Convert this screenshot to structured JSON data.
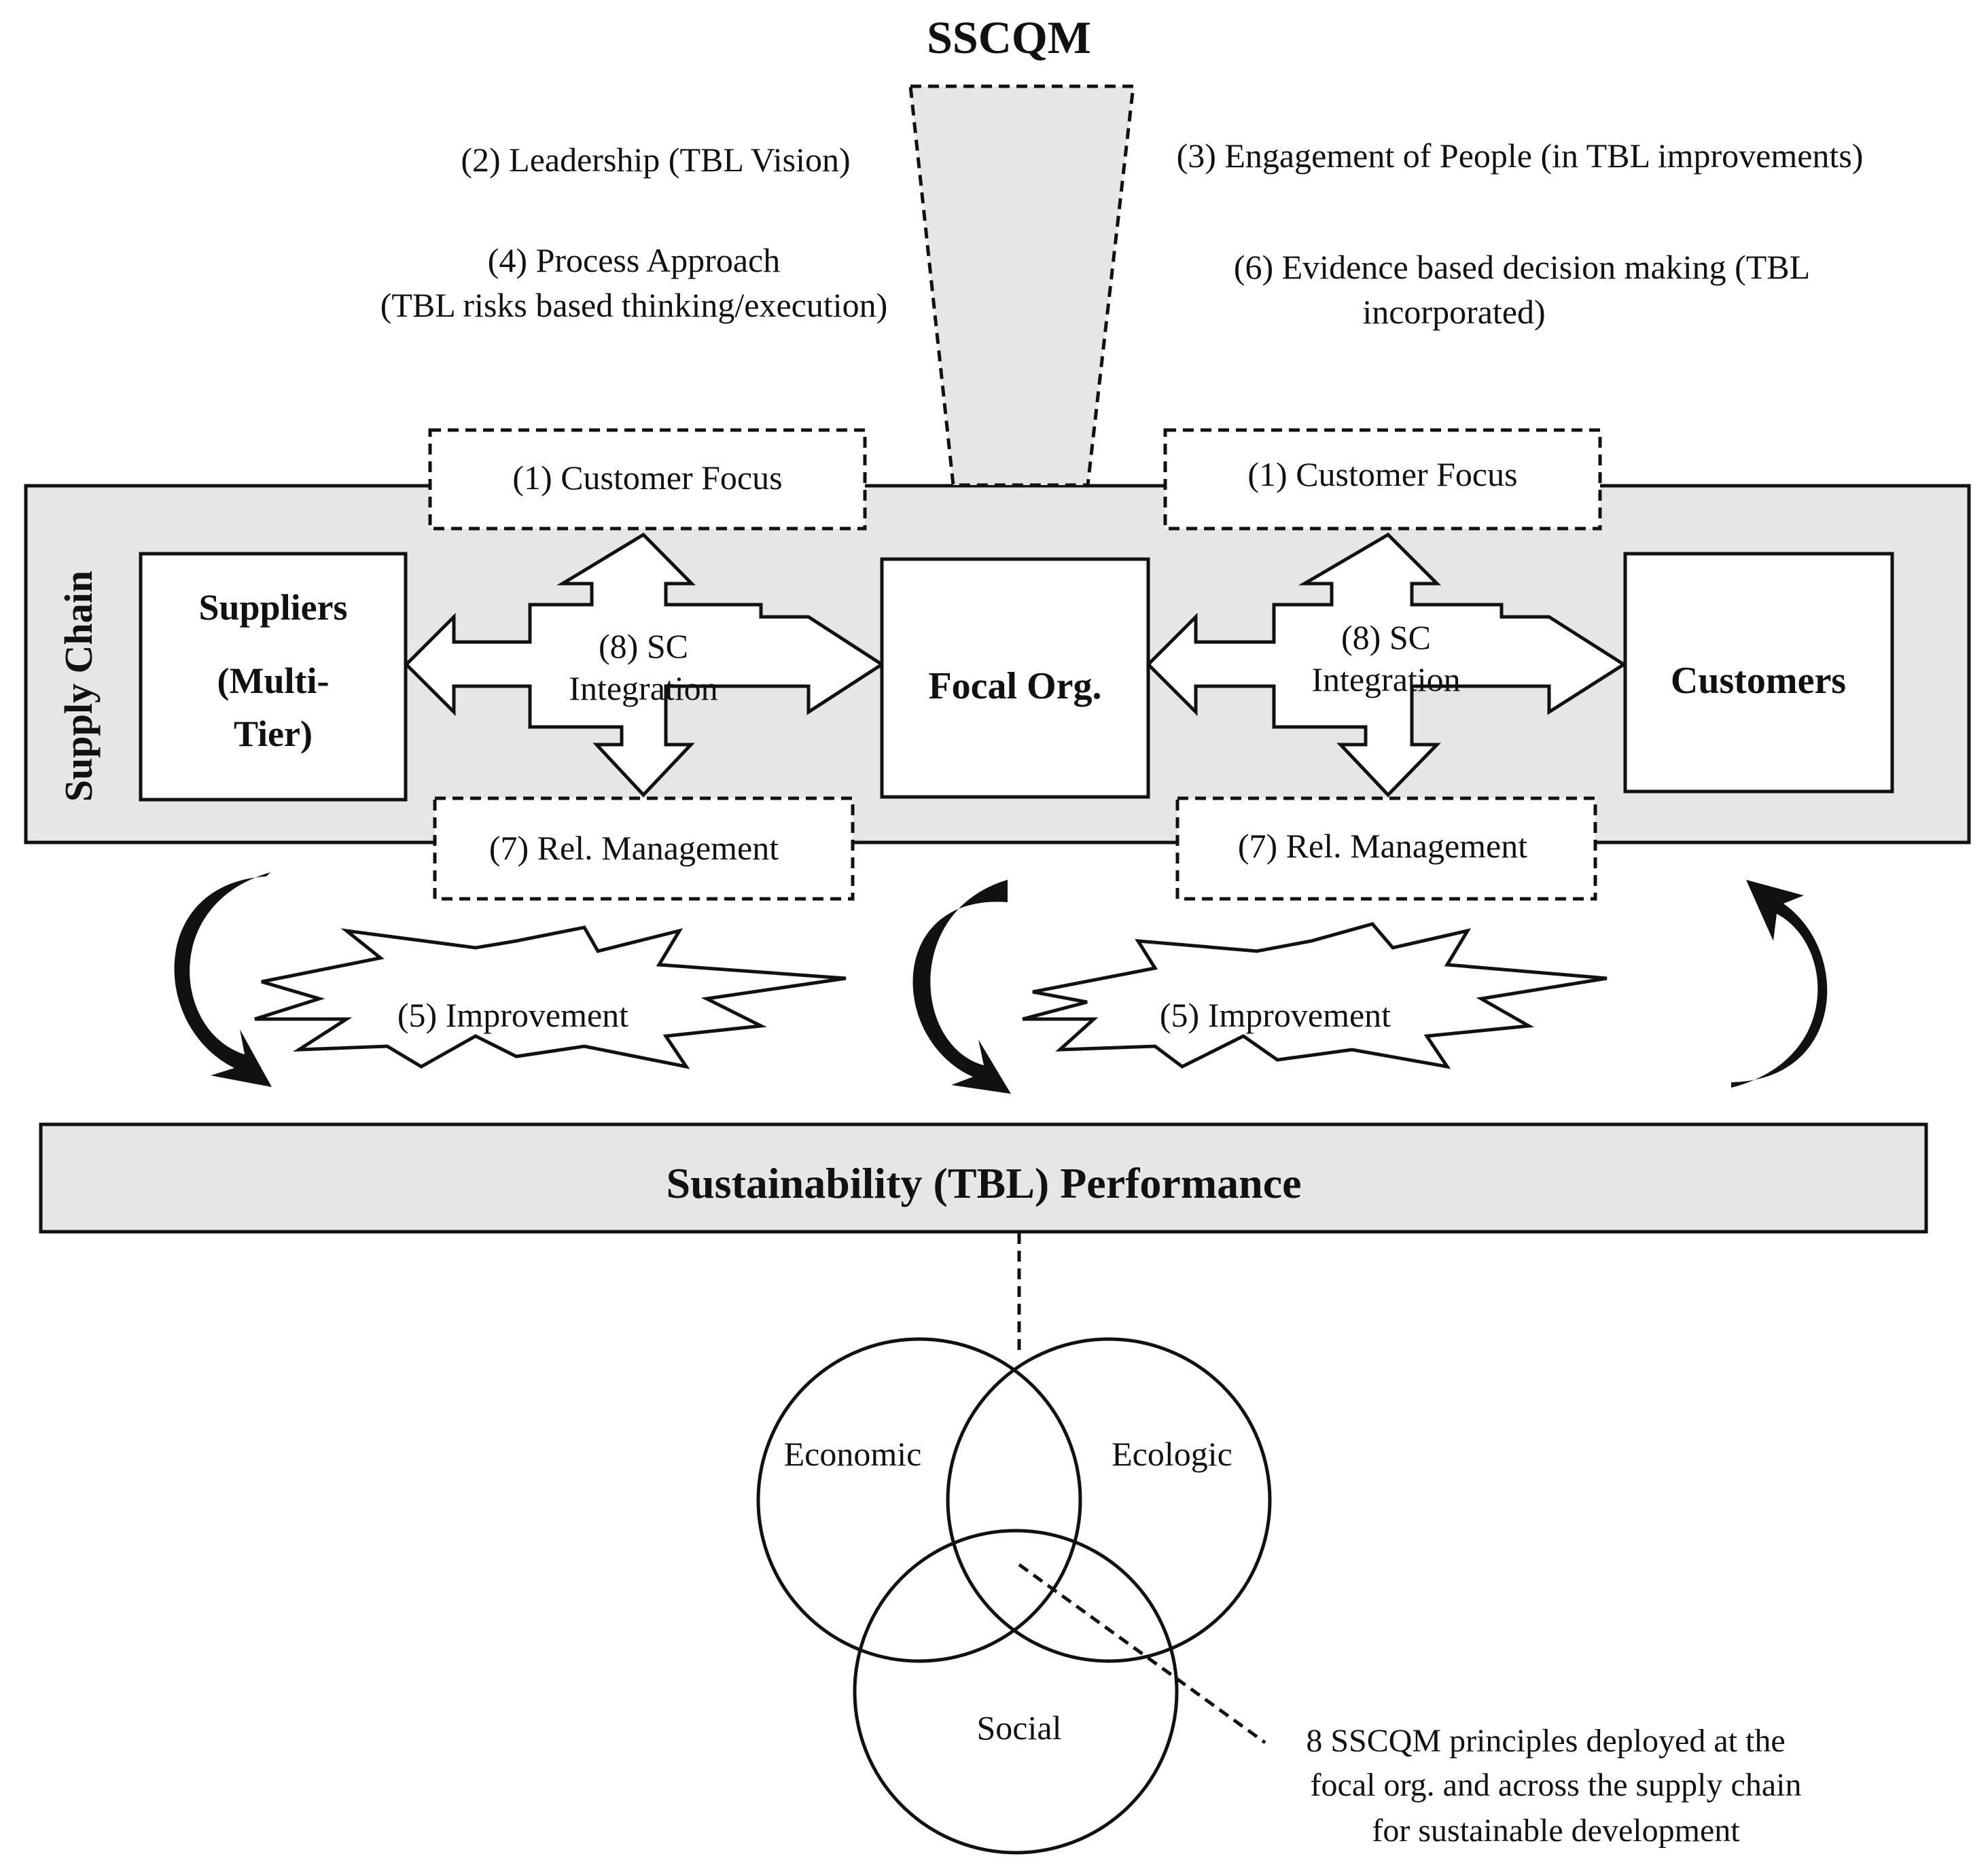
{
  "header": {
    "title": "SSCQM"
  },
  "principles": {
    "leadership": "(2) Leadership (TBL Vision)",
    "engagement": "(3) Engagement of People (in TBL improvements)",
    "process_line1": "(4) Process Approach",
    "process_line2": "(TBL  risks based thinking/execution)",
    "evidence_line1": "(6) Evidence based decision making (TBL",
    "evidence_line2": "incorporated)"
  },
  "supply_chain": {
    "side_label": "Supply Chain",
    "suppliers_line1": "Suppliers",
    "suppliers_line2": "(Multi-",
    "suppliers_line3": "Tier)",
    "focal": "Focal Org.",
    "customers": "Customers",
    "customer_focus": "(1) Customer Focus",
    "integration_line1": "(8) SC",
    "integration_line2": "Integration",
    "relationship": "(7) Rel. Management"
  },
  "improvement": "(5) Improvement",
  "performance": "Sustainability (TBL) Performance",
  "venn": {
    "economic": "Economic",
    "ecologic": "Ecologic",
    "social": "Social"
  },
  "note": {
    "line1": "8 SSCQM principles deployed at the",
    "line2": "focal org. and across the supply chain",
    "line3": "for sustainable development"
  },
  "colors": {
    "panel_fill": "#e6e6e6",
    "stroke": "#111111",
    "box_fill": "#ffffff"
  }
}
